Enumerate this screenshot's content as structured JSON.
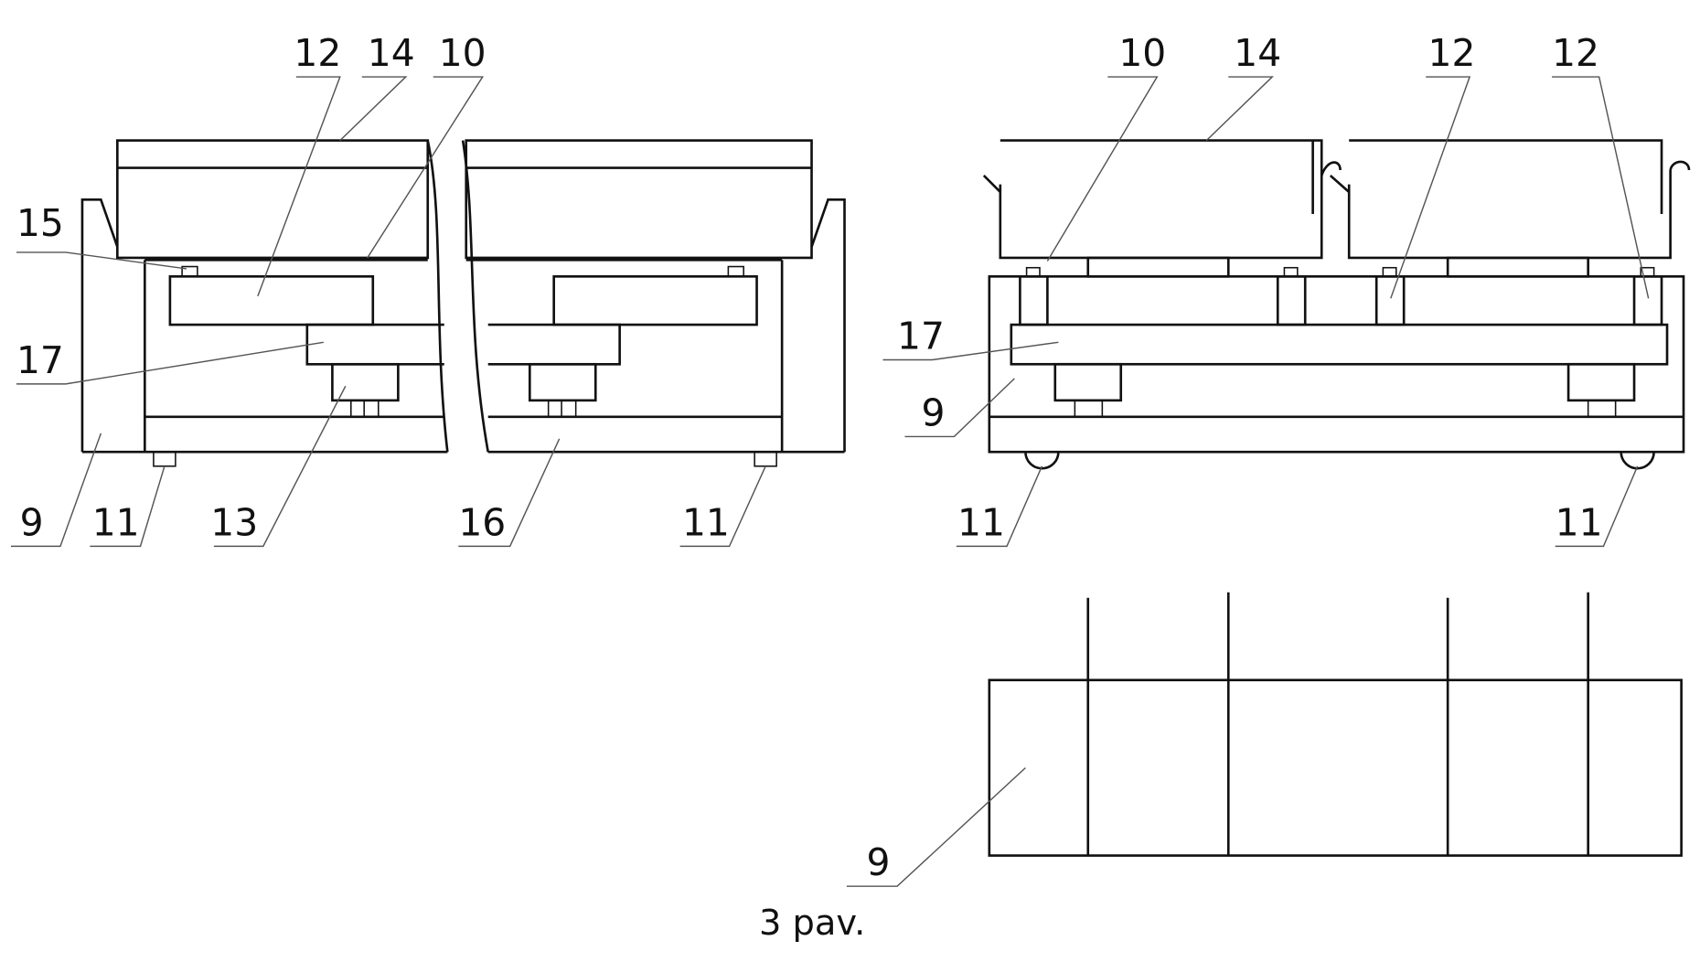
{
  "figure": {
    "caption": "3 pav.",
    "left_view": {
      "labels": [
        "12",
        "14",
        "10",
        "15",
        "17",
        "9",
        "11",
        "13",
        "16",
        "11"
      ]
    },
    "right_view": {
      "labels": [
        "10",
        "14",
        "12",
        "12",
        "17",
        "9",
        "11",
        "11"
      ]
    },
    "bottom_view": {
      "labels": [
        "9"
      ]
    }
  }
}
